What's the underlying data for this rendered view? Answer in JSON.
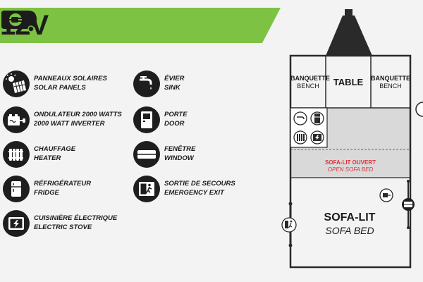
{
  "banner": {
    "title": "12V",
    "accent_color": "#7dc242",
    "icon": "plug-camper-icon"
  },
  "legend": [
    {
      "icon": "solar-panel-icon",
      "fr": "PANNEAUX SOLAIRES",
      "en": "SOLAR PANELS"
    },
    {
      "icon": "inverter-icon",
      "fr": "ONDULATEUR 2000 WATTS",
      "en": "2000 WATT INVERTER"
    },
    {
      "icon": "heater-icon",
      "fr": "CHAUFFAGE",
      "en": "HEATER"
    },
    {
      "icon": "fridge-icon",
      "fr": "RÉFRIGÉRATEUR",
      "en": "FRIDGE"
    },
    {
      "icon": "electric-stove-icon",
      "fr": "CUISINIÈRE ÉLECTRIQUE",
      "en": "ELECTRIC STOVE"
    },
    {
      "icon": "sink-icon",
      "fr": "ÉVIER",
      "en": "SINK"
    },
    {
      "icon": "door-icon",
      "fr": "PORTE",
      "en": "DOOR"
    },
    {
      "icon": "window-icon",
      "fr": "FENÊTRE",
      "en": "WINDOW"
    },
    {
      "icon": "emergency-exit-icon",
      "fr": "SORTIE DE SECOURS",
      "en": "EMERGENCY EXIT"
    }
  ],
  "floorplan": {
    "bench_left": {
      "fr": "BANQUETTE",
      "en": "BENCH"
    },
    "table": "TABLE",
    "bench_right": {
      "fr": "BANQUETTE",
      "en": "BENCH"
    },
    "open_sofa": {
      "fr": "SOFA-LIT OUVERT",
      "en": "OPEN SOFA BED"
    },
    "sofa": {
      "fr": "SOFA-LIT",
      "en": "SOFA BED"
    },
    "colors": {
      "open_sofa_label": "#e0303a",
      "kitchen_fill": "#d9d9d9"
    }
  }
}
